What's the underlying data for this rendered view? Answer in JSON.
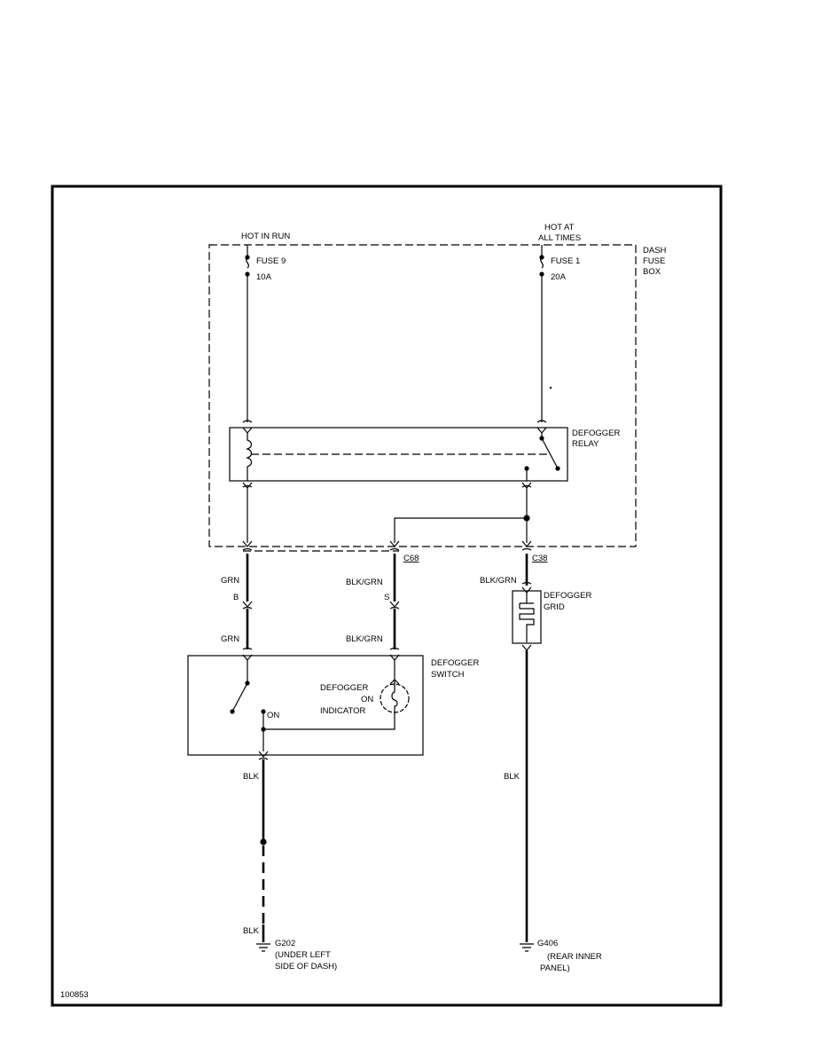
{
  "power": {
    "hot_in_run": "HOT IN RUN",
    "hot_at_all_times_1": "HOT AT",
    "hot_at_all_times_2": "ALL TIMES"
  },
  "fuse_box": {
    "line1": "DASH",
    "line2": "FUSE",
    "line3": "BOX"
  },
  "fuses": [
    {
      "name": "FUSE 9",
      "rating": "10A"
    },
    {
      "name": "FUSE 1",
      "rating": "20A"
    }
  ],
  "relay": {
    "line1": "DEFOGGER",
    "line2": "RELAY"
  },
  "connectors": {
    "c68": "C68",
    "c38": "C38",
    "pin_b": "B",
    "pin_s": "S"
  },
  "wires": {
    "grn_upper": "GRN",
    "grn_lower": "GRN",
    "blk_grn_upper": "BLK/GRN",
    "blk_grn_lower": "BLK/GRN",
    "blk_grn_grid": "BLK/GRN",
    "blk_switch": "BLK",
    "blk_ground": "BLK",
    "blk_grid": "BLK"
  },
  "grid": {
    "line1": "DEFOGGER",
    "line2": "GRID"
  },
  "switch": {
    "line1": "DEFOGGER",
    "line2": "SWITCH",
    "on_label": "ON",
    "indicator_1": "DEFOGGER",
    "indicator_2": "ON",
    "indicator_3": "INDICATOR"
  },
  "grounds": [
    {
      "id": "G202",
      "desc1": "(UNDER LEFT",
      "desc2": "SIDE OF DASH)"
    },
    {
      "id": "G406",
      "desc1": "(REAR INNER",
      "desc2": "PANEL)"
    }
  ],
  "figure_id": "100853"
}
